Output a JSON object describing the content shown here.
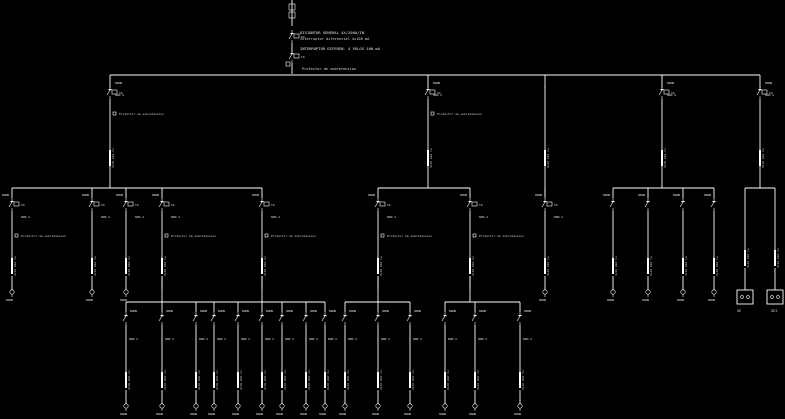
{
  "diagram": {
    "background": "#000000",
    "line_color": "#ffffff",
    "main_panel": {
      "label_line_1": "DISJUNTOR GENERAL 4X/200A/IN",
      "label_line_2": "Interruptor diferencial 4x100 mA",
      "label_line_3": "INTERRUPTOR DIFEREN. 4 POLOS 100 mA",
      "surge_label": "Protector de sobretension",
      "tag": "IGA"
    },
    "glyphs": {
      "symbol_text": "ID",
      "small_caption": "NNNN",
      "cable_text": "4x16 mm2 Cu",
      "breaker_text": "NNN A"
    },
    "boxes": [
      {
        "caption": "GE"
      },
      {
        "caption": "GE2"
      }
    ]
  }
}
